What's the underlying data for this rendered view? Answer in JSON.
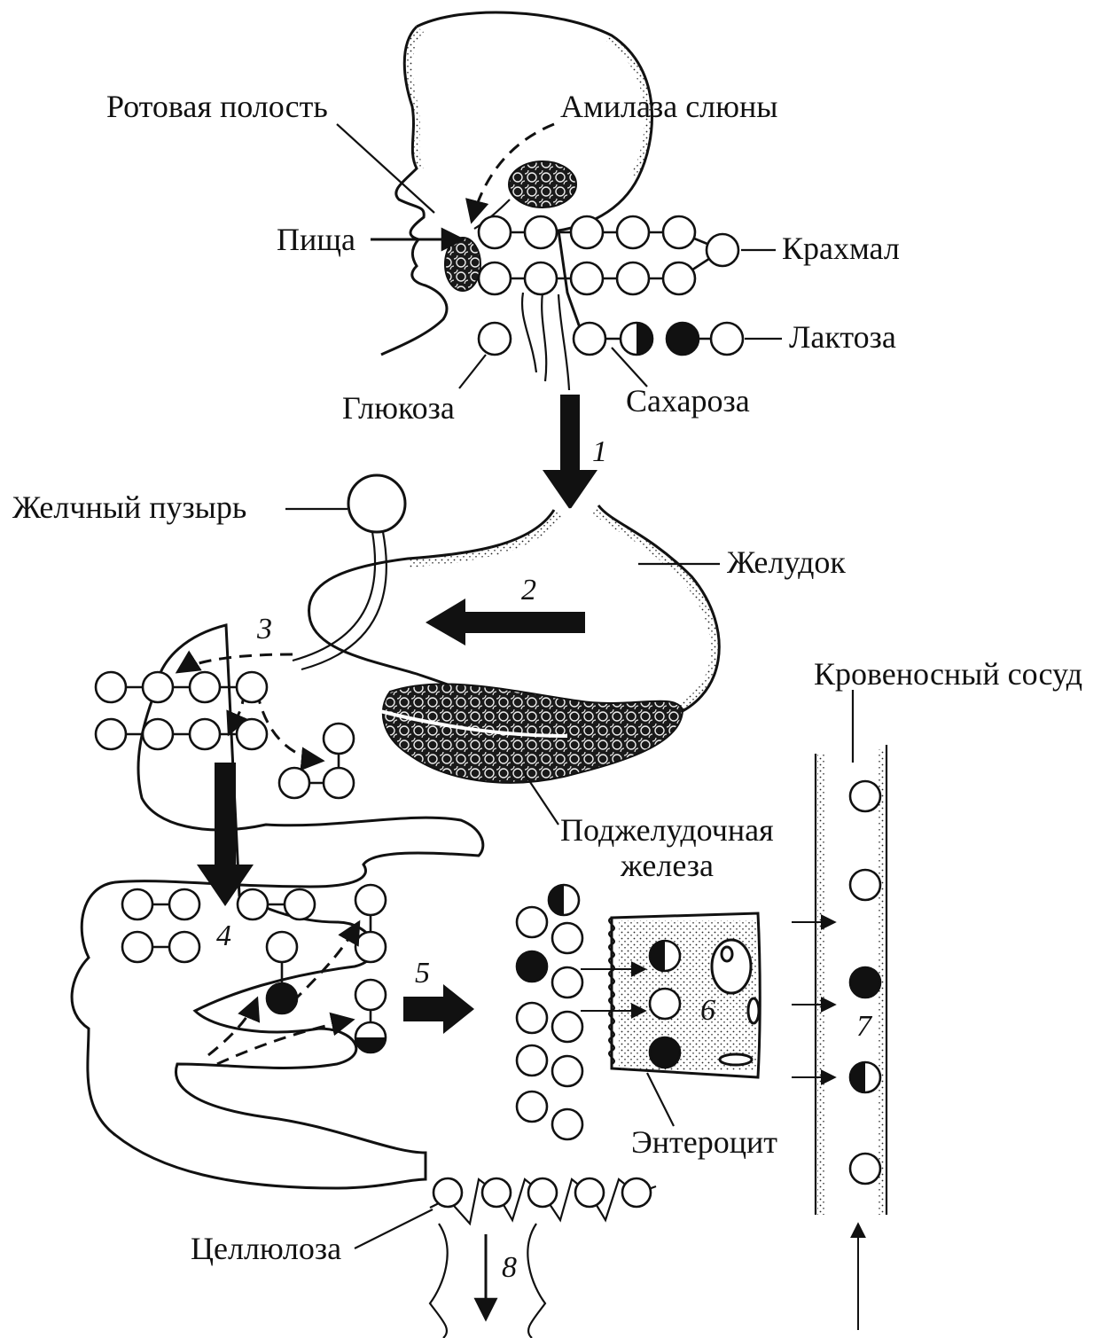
{
  "labels": {
    "oral_cavity": "Ротовая полость",
    "salivary_amylase": "Амилаза слюны",
    "food": "Пища",
    "starch": "Крахмал",
    "lactose": "Лактоза",
    "glucose": "Глюкоза",
    "sucrose": "Сахароза",
    "gallbladder": "Желчный пузырь",
    "stomach": "Желудок",
    "blood_vessel": "Кровеносный сосуд",
    "pancreas_line1": "Поджелудочная",
    "pancreas_line2": "железа",
    "enterocyte": "Энтероцит",
    "cellulose": "Целлюлоза"
  },
  "step_numbers": [
    "1",
    "2",
    "3",
    "4",
    "5",
    "6",
    "7",
    "8"
  ],
  "colors": {
    "ink": "#111111",
    "background": "#ffffff"
  }
}
